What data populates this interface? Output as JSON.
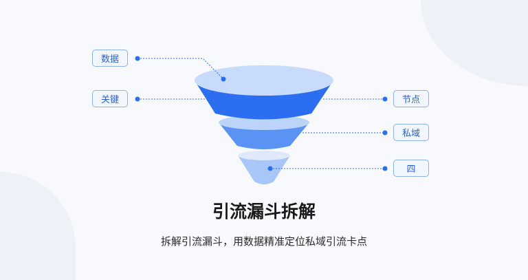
{
  "labels": {
    "data": "数据",
    "key": "关键",
    "node": "节点",
    "private": "私域",
    "four": "四"
  },
  "title": "引流漏斗拆解",
  "subtitle": "拆解引流漏斗，用数据精准定位私域引流卡点",
  "colors": {
    "accent": "#2b6ff0",
    "light": "#c9dbfb"
  }
}
